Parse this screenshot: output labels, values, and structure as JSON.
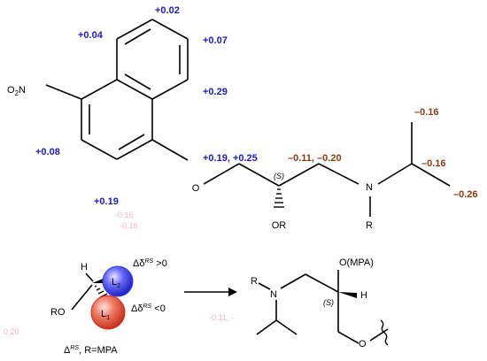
{
  "molecule": {
    "substituent": "O2N",
    "atoms": {
      "ether_o": "O",
      "ring_stereo": "(S)",
      "or_group": "OR",
      "amine_n": "N",
      "amine_r": "R"
    },
    "delta_labels": {
      "ring_top": "+0.02",
      "ring_upper_left": "+0.04",
      "ring_upper_right": "+0.07",
      "ring_right": "+0.29",
      "ring_lower_left": "+0.08",
      "ring_bottom": "+0.19",
      "ch2_o": "+0.19, +0.25",
      "ch2_n": "–0.11, –0.20",
      "methyl_top": "–0.16",
      "ch_isopropyl": "–0.16",
      "methyl_right": "–0.26"
    }
  },
  "model": {
    "h_label": "H",
    "ro_label": "RO",
    "l2_label": "L",
    "l2_sub": "2",
    "l1_label": "L",
    "l1_sub": "1",
    "pos_rule_prefix": "Δδ",
    "pos_rule_sup": "RS",
    "pos_rule_suffix": " >0",
    "neg_rule_prefix": "Δδ",
    "neg_rule_sup": "RS",
    "neg_rule_suffix": " <0",
    "caption_prefix": "Δ",
    "caption_sup": "RS",
    "caption_suffix": ", R=MPA"
  },
  "product": {
    "r_label": "R",
    "n_label": "N",
    "ompa_label": "O(MPA)",
    "h_label": "H",
    "stereo": "(S)",
    "o_label": "O"
  },
  "ghost_text": {
    "g1": "-0.16",
    "g2": "-0.16",
    "g3": "-0.11, -",
    "g4": "0.20"
  },
  "colors": {
    "positive": "#1a1acc",
    "negative": "#8a3b12",
    "l2_sphere": "#3a3aee",
    "l1_sphere": "#e04a3a"
  }
}
